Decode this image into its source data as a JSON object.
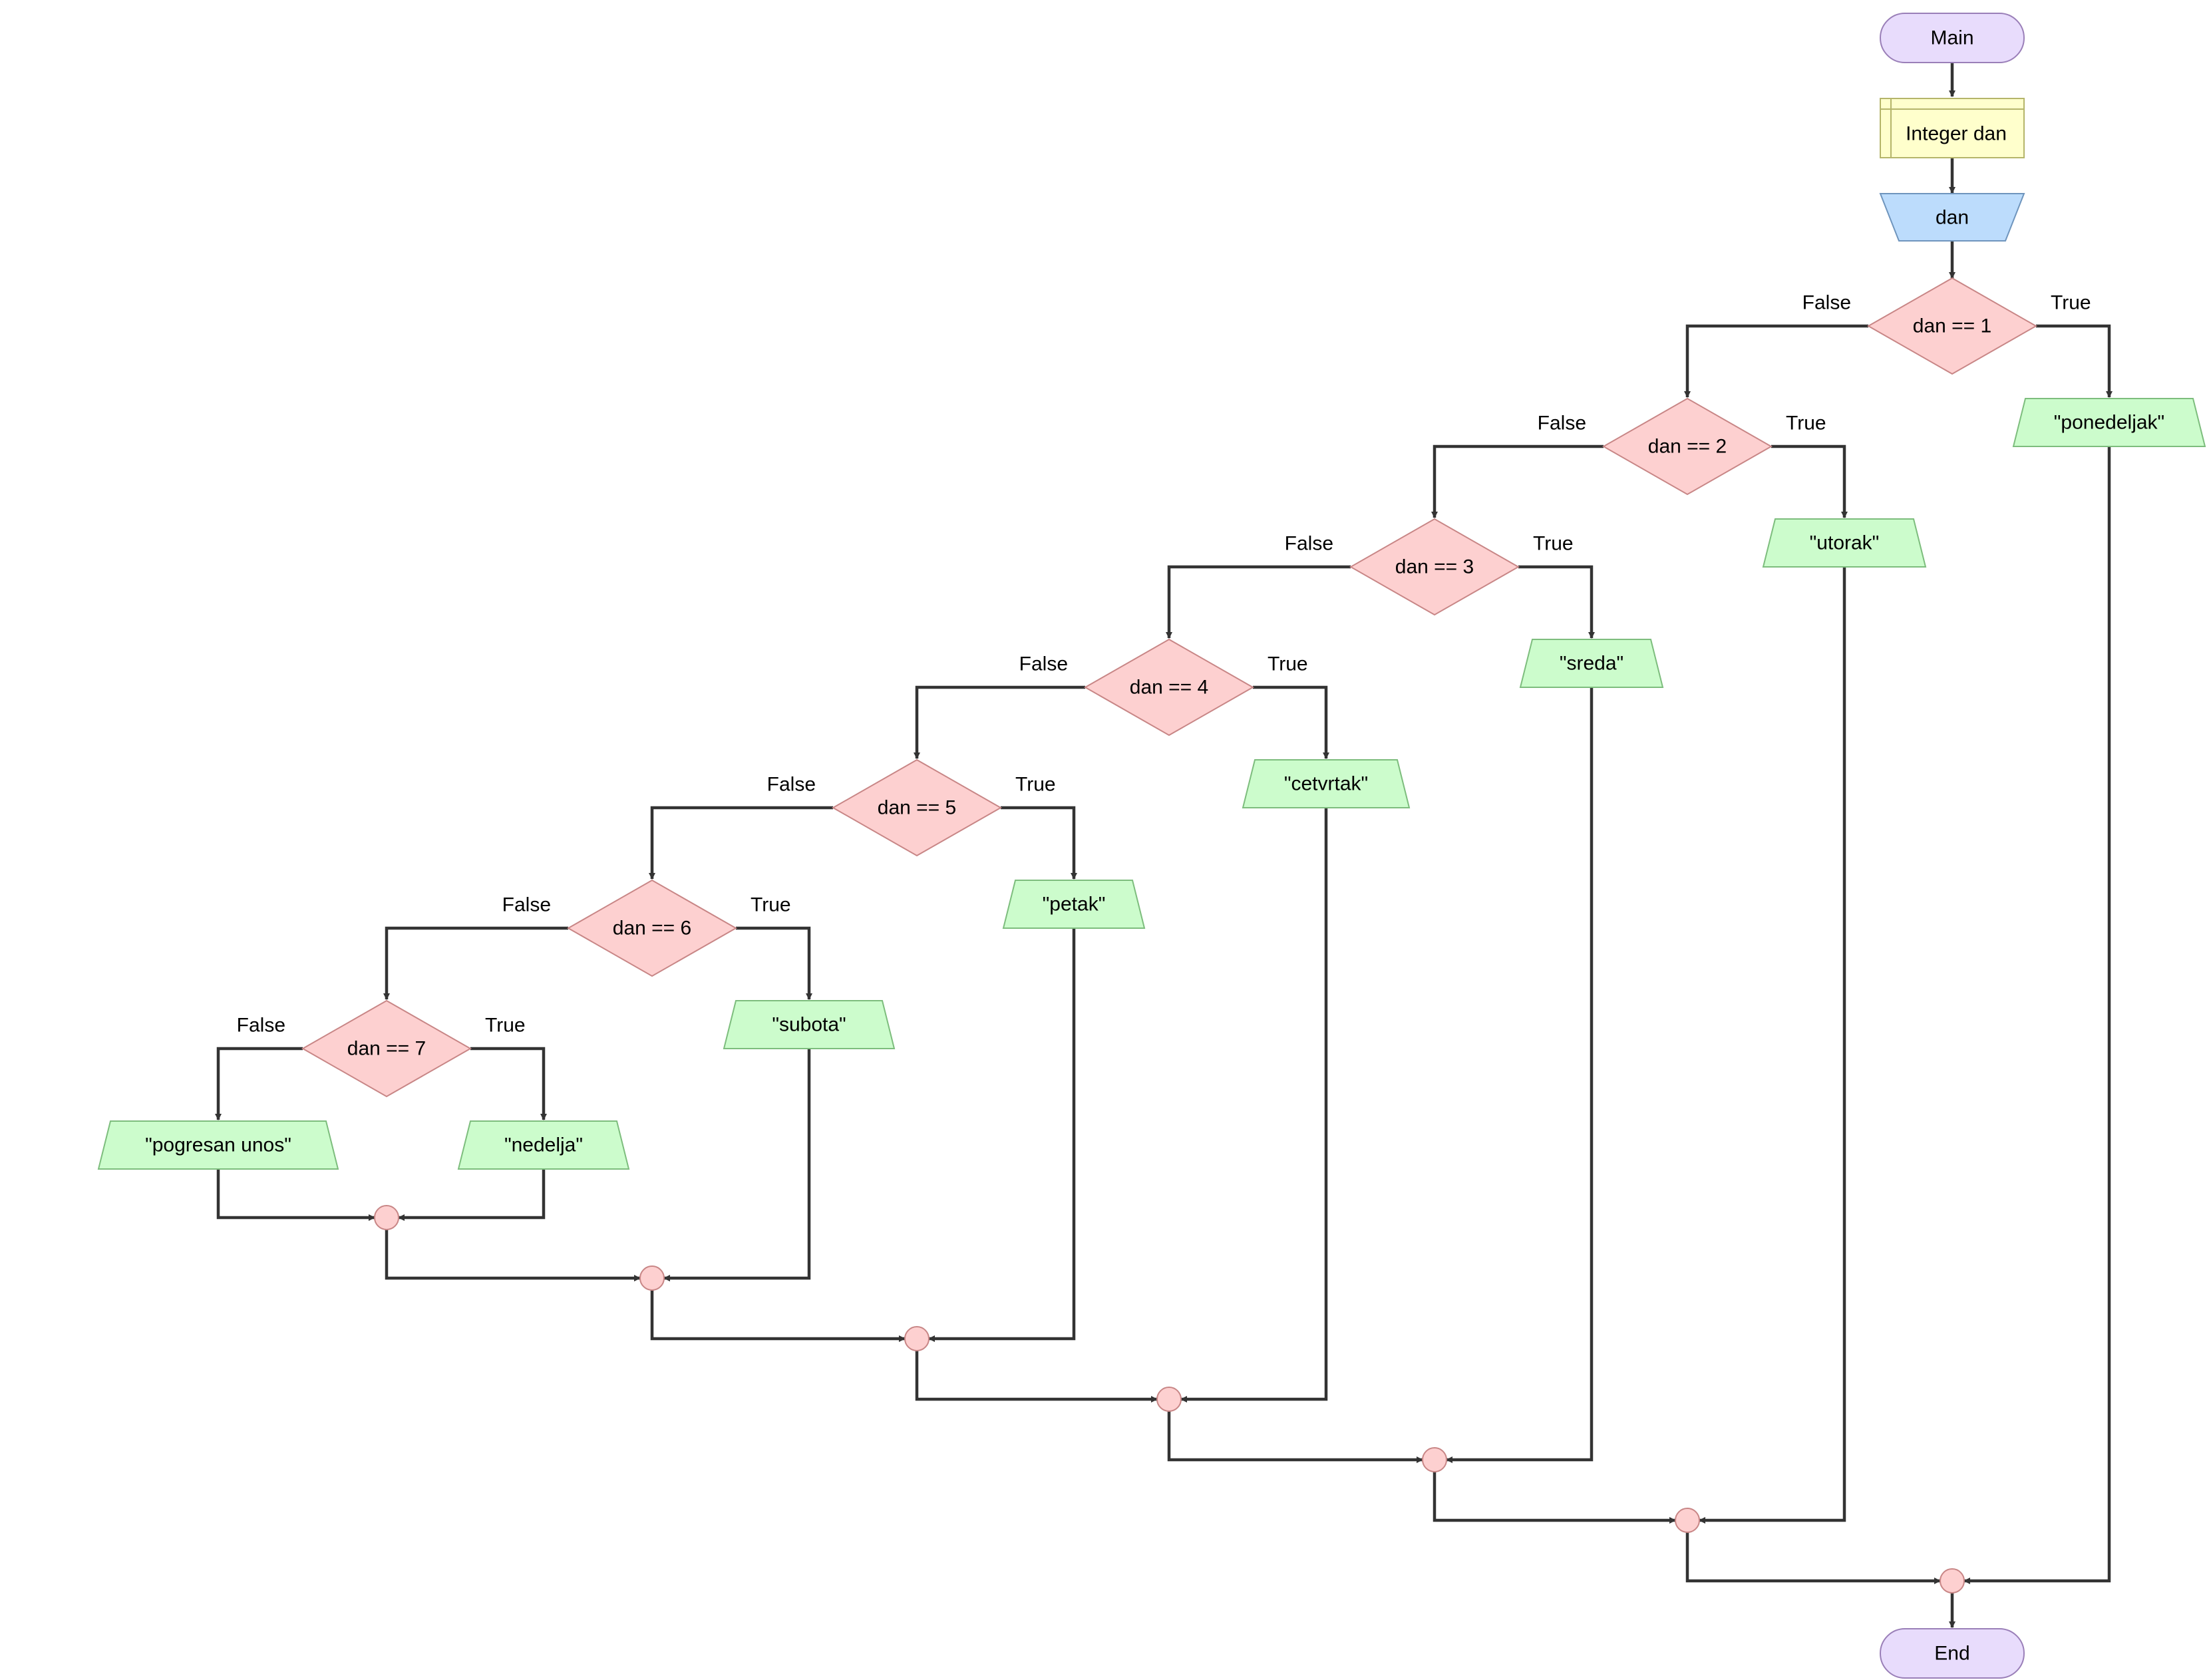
{
  "start": {
    "label": "Main"
  },
  "declare": {
    "label": "Integer dan"
  },
  "input": {
    "label": "dan"
  },
  "decisions": [
    {
      "condition": "dan == 1",
      "false_label": "False",
      "true_label": "True",
      "true_output": "\"ponedeljak\""
    },
    {
      "condition": "dan == 2",
      "false_label": "False",
      "true_label": "True",
      "true_output": "\"utorak\""
    },
    {
      "condition": "dan == 3",
      "false_label": "False",
      "true_label": "True",
      "true_output": "\"sreda\""
    },
    {
      "condition": "dan == 4",
      "false_label": "False",
      "true_label": "True",
      "true_output": "\"cetvrtak\""
    },
    {
      "condition": "dan == 5",
      "false_label": "False",
      "true_label": "True",
      "true_output": "\"petak\""
    },
    {
      "condition": "dan == 6",
      "false_label": "False",
      "true_label": "True",
      "true_output": "\"subota\""
    },
    {
      "condition": "dan == 7",
      "false_label": "False",
      "true_label": "True",
      "true_output": "\"nedelja\"",
      "false_output": "\"pogresan unos\""
    }
  ],
  "end": {
    "label": "End"
  },
  "colors": {
    "terminal_fill": "#e8dcfc",
    "terminal_stroke": "#9a7fb8",
    "declare_fill": "#ffffcc",
    "declare_stroke": "#b5b56a",
    "input_fill": "#bcdcfc",
    "input_stroke": "#6f95bd",
    "decision_fill": "#fdd0d0",
    "decision_stroke": "#c88686",
    "output_fill": "#ccfccc",
    "output_stroke": "#7dbd7d",
    "junction_fill": "#fdd0d0",
    "junction_stroke": "#c88686",
    "edge": "#333333"
  }
}
